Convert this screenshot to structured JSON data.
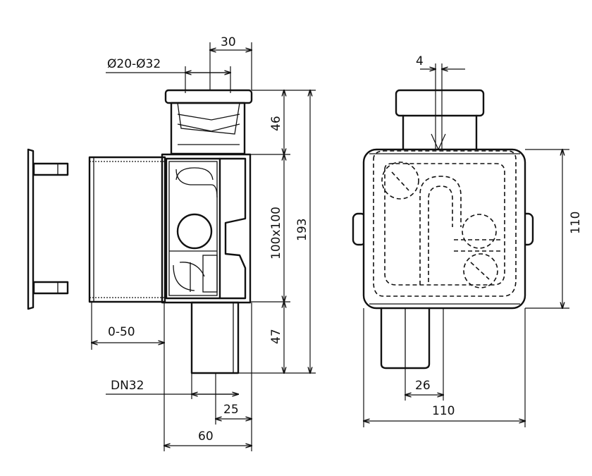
{
  "side_view": {
    "dim_inlet_range": "Ø20-Ø32",
    "dim_top_width": "30",
    "dim_top_height": "46",
    "dim_body_size": "100x100",
    "dim_total_height": "193",
    "dim_bottom_height": "47",
    "dim_wall_depth": "0-50",
    "label_pipe": "DN32",
    "dim_outlet_offset": "25",
    "dim_body_depth": "60"
  },
  "front_view": {
    "dim_offset": "4",
    "dim_height": "110",
    "dim_outlet_offset": "26",
    "dim_width": "110"
  }
}
